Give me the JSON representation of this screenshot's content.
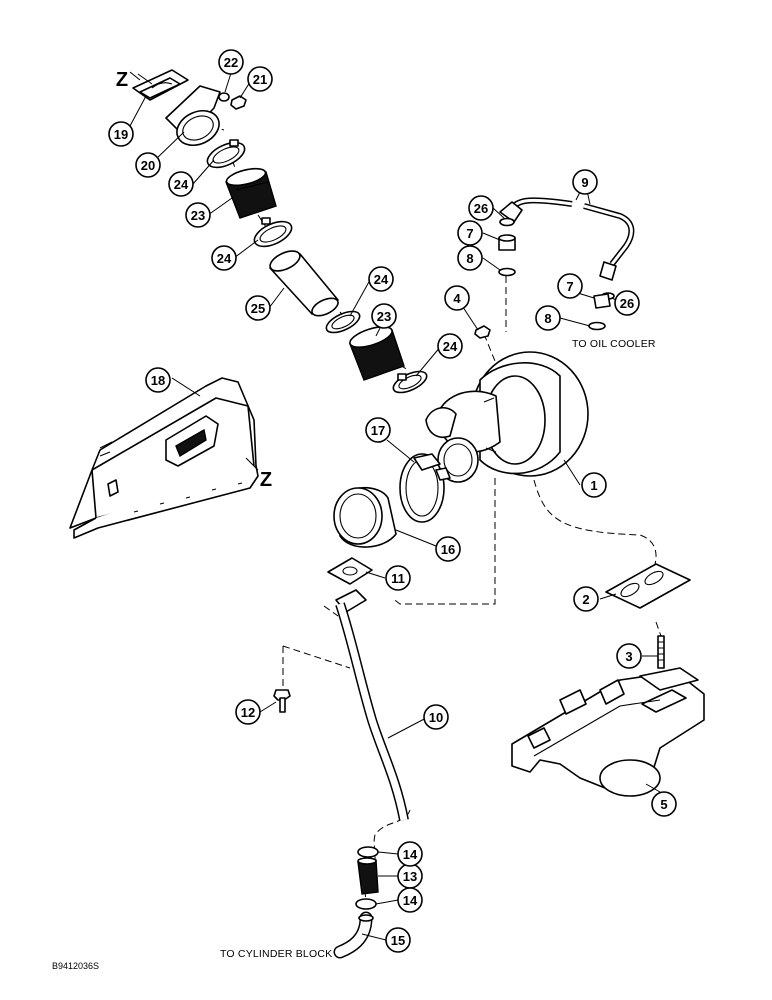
{
  "callouts": [
    {
      "id": "c1",
      "label": "1"
    },
    {
      "id": "c2",
      "label": "2"
    },
    {
      "id": "c3",
      "label": "3"
    },
    {
      "id": "c4",
      "label": "4"
    },
    {
      "id": "c5",
      "label": "5"
    },
    {
      "id": "c7a",
      "label": "7"
    },
    {
      "id": "c7b",
      "label": "7"
    },
    {
      "id": "c8a",
      "label": "8"
    },
    {
      "id": "c8b",
      "label": "8"
    },
    {
      "id": "c9",
      "label": "9"
    },
    {
      "id": "c10",
      "label": "10"
    },
    {
      "id": "c11",
      "label": "11"
    },
    {
      "id": "c12",
      "label": "12"
    },
    {
      "id": "c13",
      "label": "13"
    },
    {
      "id": "c14a",
      "label": "14"
    },
    {
      "id": "c14b",
      "label": "14"
    },
    {
      "id": "c15",
      "label": "15"
    },
    {
      "id": "c16",
      "label": "16"
    },
    {
      "id": "c17",
      "label": "17"
    },
    {
      "id": "c18",
      "label": "18"
    },
    {
      "id": "c19",
      "label": "19"
    },
    {
      "id": "c20",
      "label": "20"
    },
    {
      "id": "c21",
      "label": "21"
    },
    {
      "id": "c22",
      "label": "22"
    },
    {
      "id": "c23a",
      "label": "23"
    },
    {
      "id": "c23b",
      "label": "23"
    },
    {
      "id": "c24a",
      "label": "24"
    },
    {
      "id": "c24b",
      "label": "24"
    },
    {
      "id": "c24c",
      "label": "24"
    },
    {
      "id": "c24d",
      "label": "24"
    },
    {
      "id": "c25",
      "label": "25"
    },
    {
      "id": "c26a",
      "label": "26"
    },
    {
      "id": "c26b",
      "label": "26"
    }
  ],
  "notes": {
    "oil_cooler": "TO OIL COOLER",
    "cylinder_block": "TO CYLINDER BLOCK",
    "z_marker": "Z",
    "figure_id": "B9412036S"
  }
}
